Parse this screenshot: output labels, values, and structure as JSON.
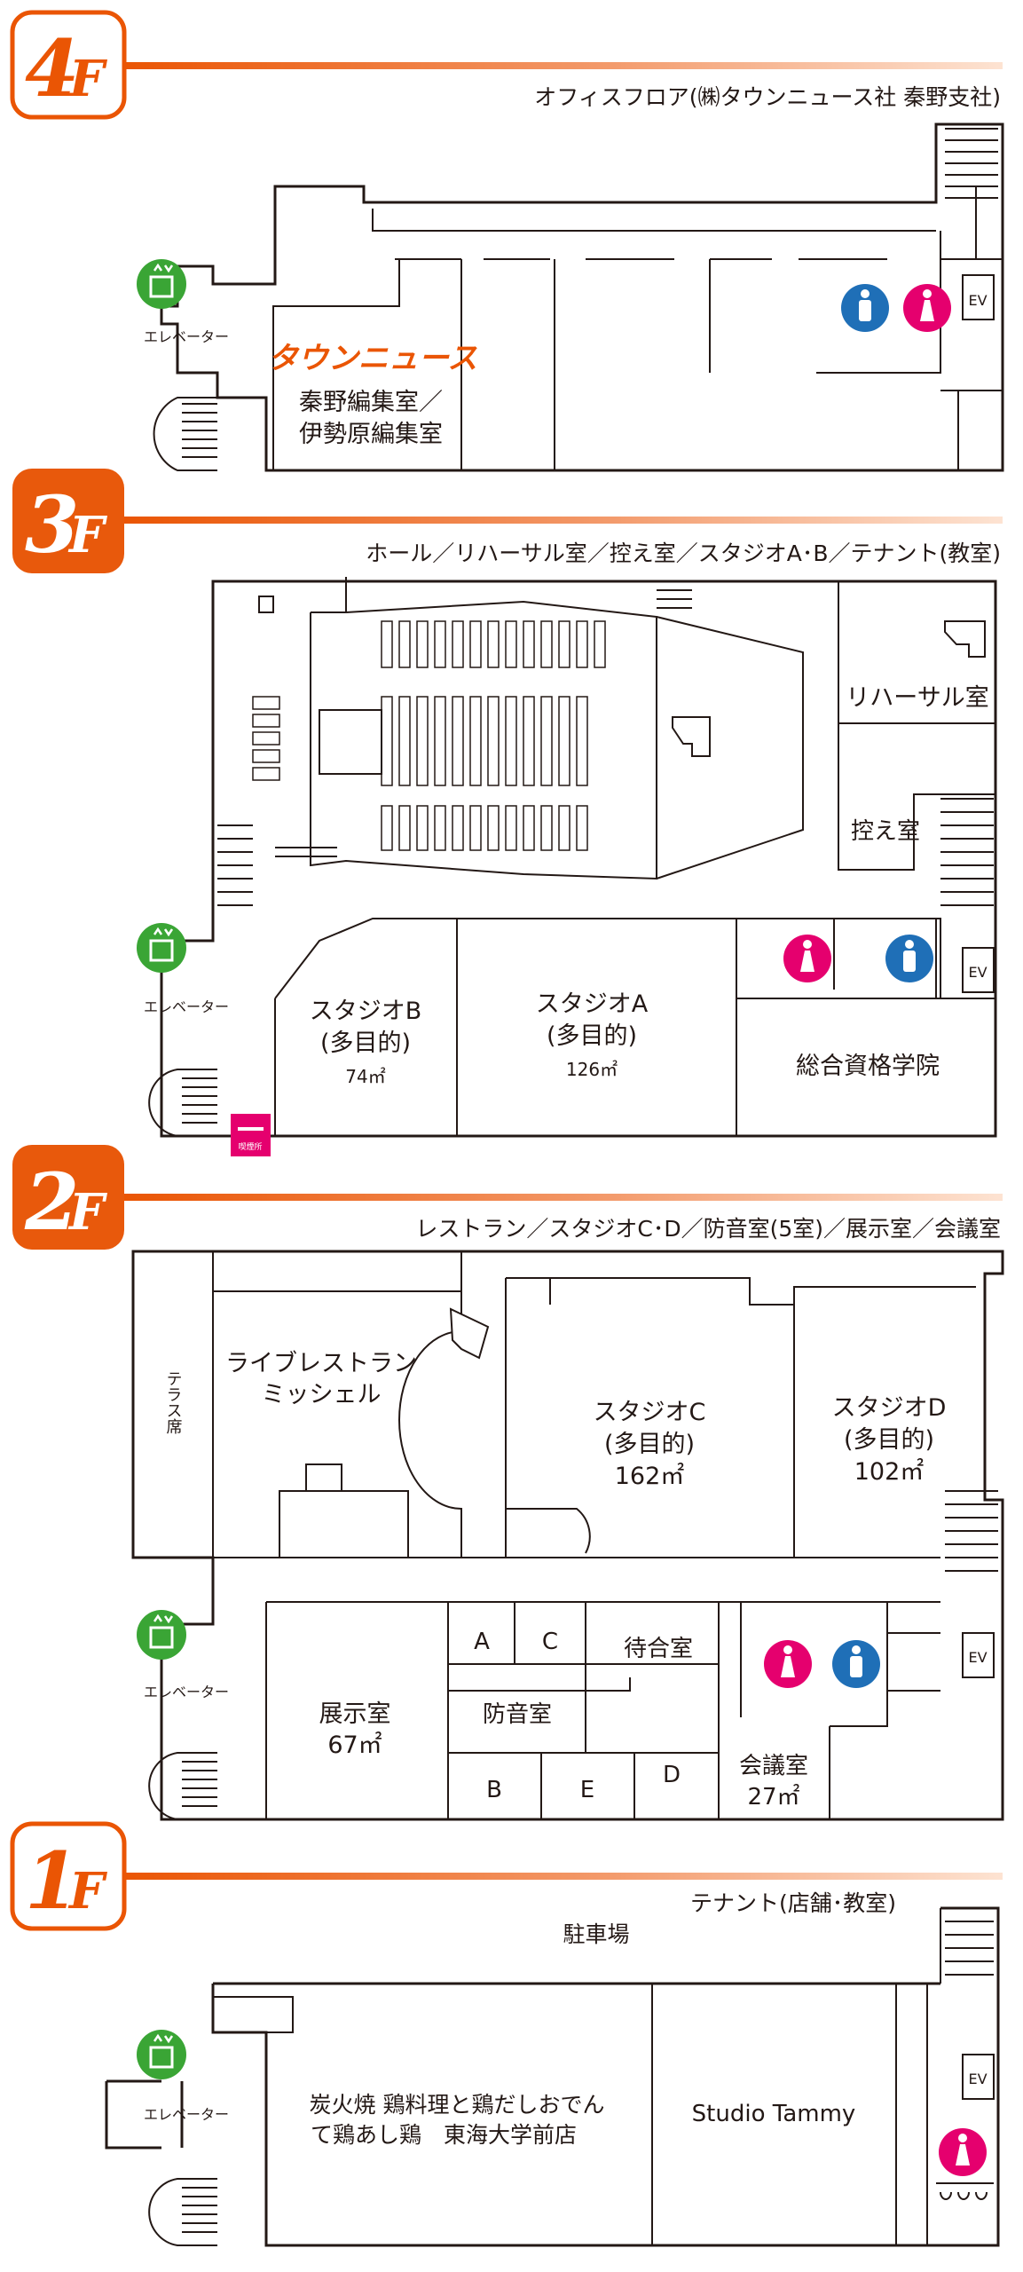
{
  "floors": [
    {
      "id": "4F",
      "badge_number": "4",
      "badge_letter": "F",
      "subtitle": "オフィスフロア(㈱タウンニュース社 秦野支社)",
      "elevator_label": "エレベーター",
      "ev_label": "EV",
      "logo_text": "タウンニュース",
      "rooms": [
        "秦野編集室／",
        "伊勢原編集室"
      ]
    },
    {
      "id": "3F",
      "badge_number": "3",
      "badge_letter": "F",
      "subtitle": "ホール／リハーサル室／控え室／スタジオA･B／テナント(教室)",
      "elevator_label": "エレベーター",
      "ev_label": "EV",
      "rehearsal": "リハーサル室",
      "waiting": "控え室",
      "studio_b": [
        "スタジオB",
        "(多目的)",
        "74㎡"
      ],
      "studio_a": [
        "スタジオA",
        "(多目的)",
        "126㎡"
      ],
      "school": "総合資格学院",
      "smoking": "喫煙所"
    },
    {
      "id": "2F",
      "badge_number": "2",
      "badge_letter": "F",
      "subtitle": "レストラン／スタジオC･D／防音室(5室)／展示室／会議室",
      "elevator_label": "エレベーター",
      "ev_label": "EV",
      "terrace": "テラス席",
      "restaurant": [
        "ライブレストラン",
        "ミッシェル"
      ],
      "studio_c": [
        "スタジオC",
        "(多目的)",
        "162㎡"
      ],
      "studio_d": [
        "スタジオD",
        "(多目的)",
        "102㎡"
      ],
      "exhibition": [
        "展示室",
        "67㎡"
      ],
      "sound_rooms": [
        "A",
        "C",
        "防音室",
        "B",
        "E",
        "D"
      ],
      "waiting": "待合室",
      "meeting": [
        "会議室",
        "27㎡"
      ]
    },
    {
      "id": "1F",
      "badge_number": "1",
      "badge_letter": "F",
      "subtitle": "テナント(店舗･教室)",
      "parking": "駐車場",
      "elevator_label": "エレベーター",
      "ev_label": "EV",
      "tenant_1": [
        "炭火焼 鶏料理と鶏だしおでん",
        "て鶏あし鶏　東海大学前店"
      ],
      "tenant_2": "Studio Tammy"
    }
  ],
  "colors": {
    "badge_orange": "#e8590c",
    "line_orange": "#ee7a3a",
    "elevator_green": "#3aa535",
    "male_blue": "#1f6fb7",
    "female_pink": "#e5006e",
    "logo_orange": "#ea5504",
    "wall": "#231815"
  },
  "icons": [
    "elevator-icon",
    "male-restroom-icon",
    "female-restroom-icon",
    "smoking-area-icon",
    "piano-icon",
    "stairs-icon"
  ]
}
